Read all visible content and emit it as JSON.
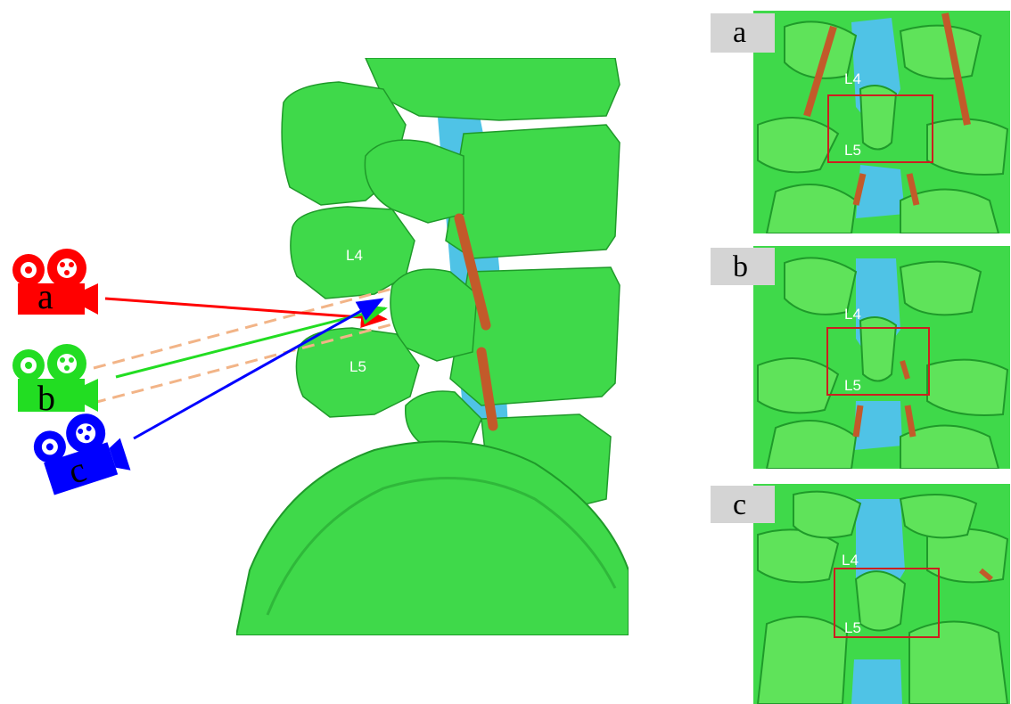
{
  "colors": {
    "bone": "#3fd94a",
    "bone_dark": "#1f9a2a",
    "bone_light": "#7dee7a",
    "canal": "#4fc3e6",
    "screw": "#c25a2a",
    "dashed": "#f2b487",
    "camera_a": "#ff0000",
    "camera_b": "#22dd22",
    "camera_c": "#0000ff",
    "roi_box": "#cc1f1f",
    "tag_bg": "#d4d4d4"
  },
  "main_view": {
    "label_upper": "L4",
    "label_lower": "L5"
  },
  "cameras": [
    {
      "id": "a",
      "letter": "a",
      "color": "camera_a"
    },
    {
      "id": "b",
      "letter": "b",
      "color": "camera_b"
    },
    {
      "id": "c",
      "letter": "c",
      "color": "camera_c"
    }
  ],
  "panels": [
    {
      "tag": "a",
      "label_upper": "L4",
      "label_lower": "L5"
    },
    {
      "tag": "b",
      "label_upper": "L4",
      "label_lower": "L5"
    },
    {
      "tag": "c",
      "label_upper": "L4",
      "label_lower": "L5"
    }
  ]
}
